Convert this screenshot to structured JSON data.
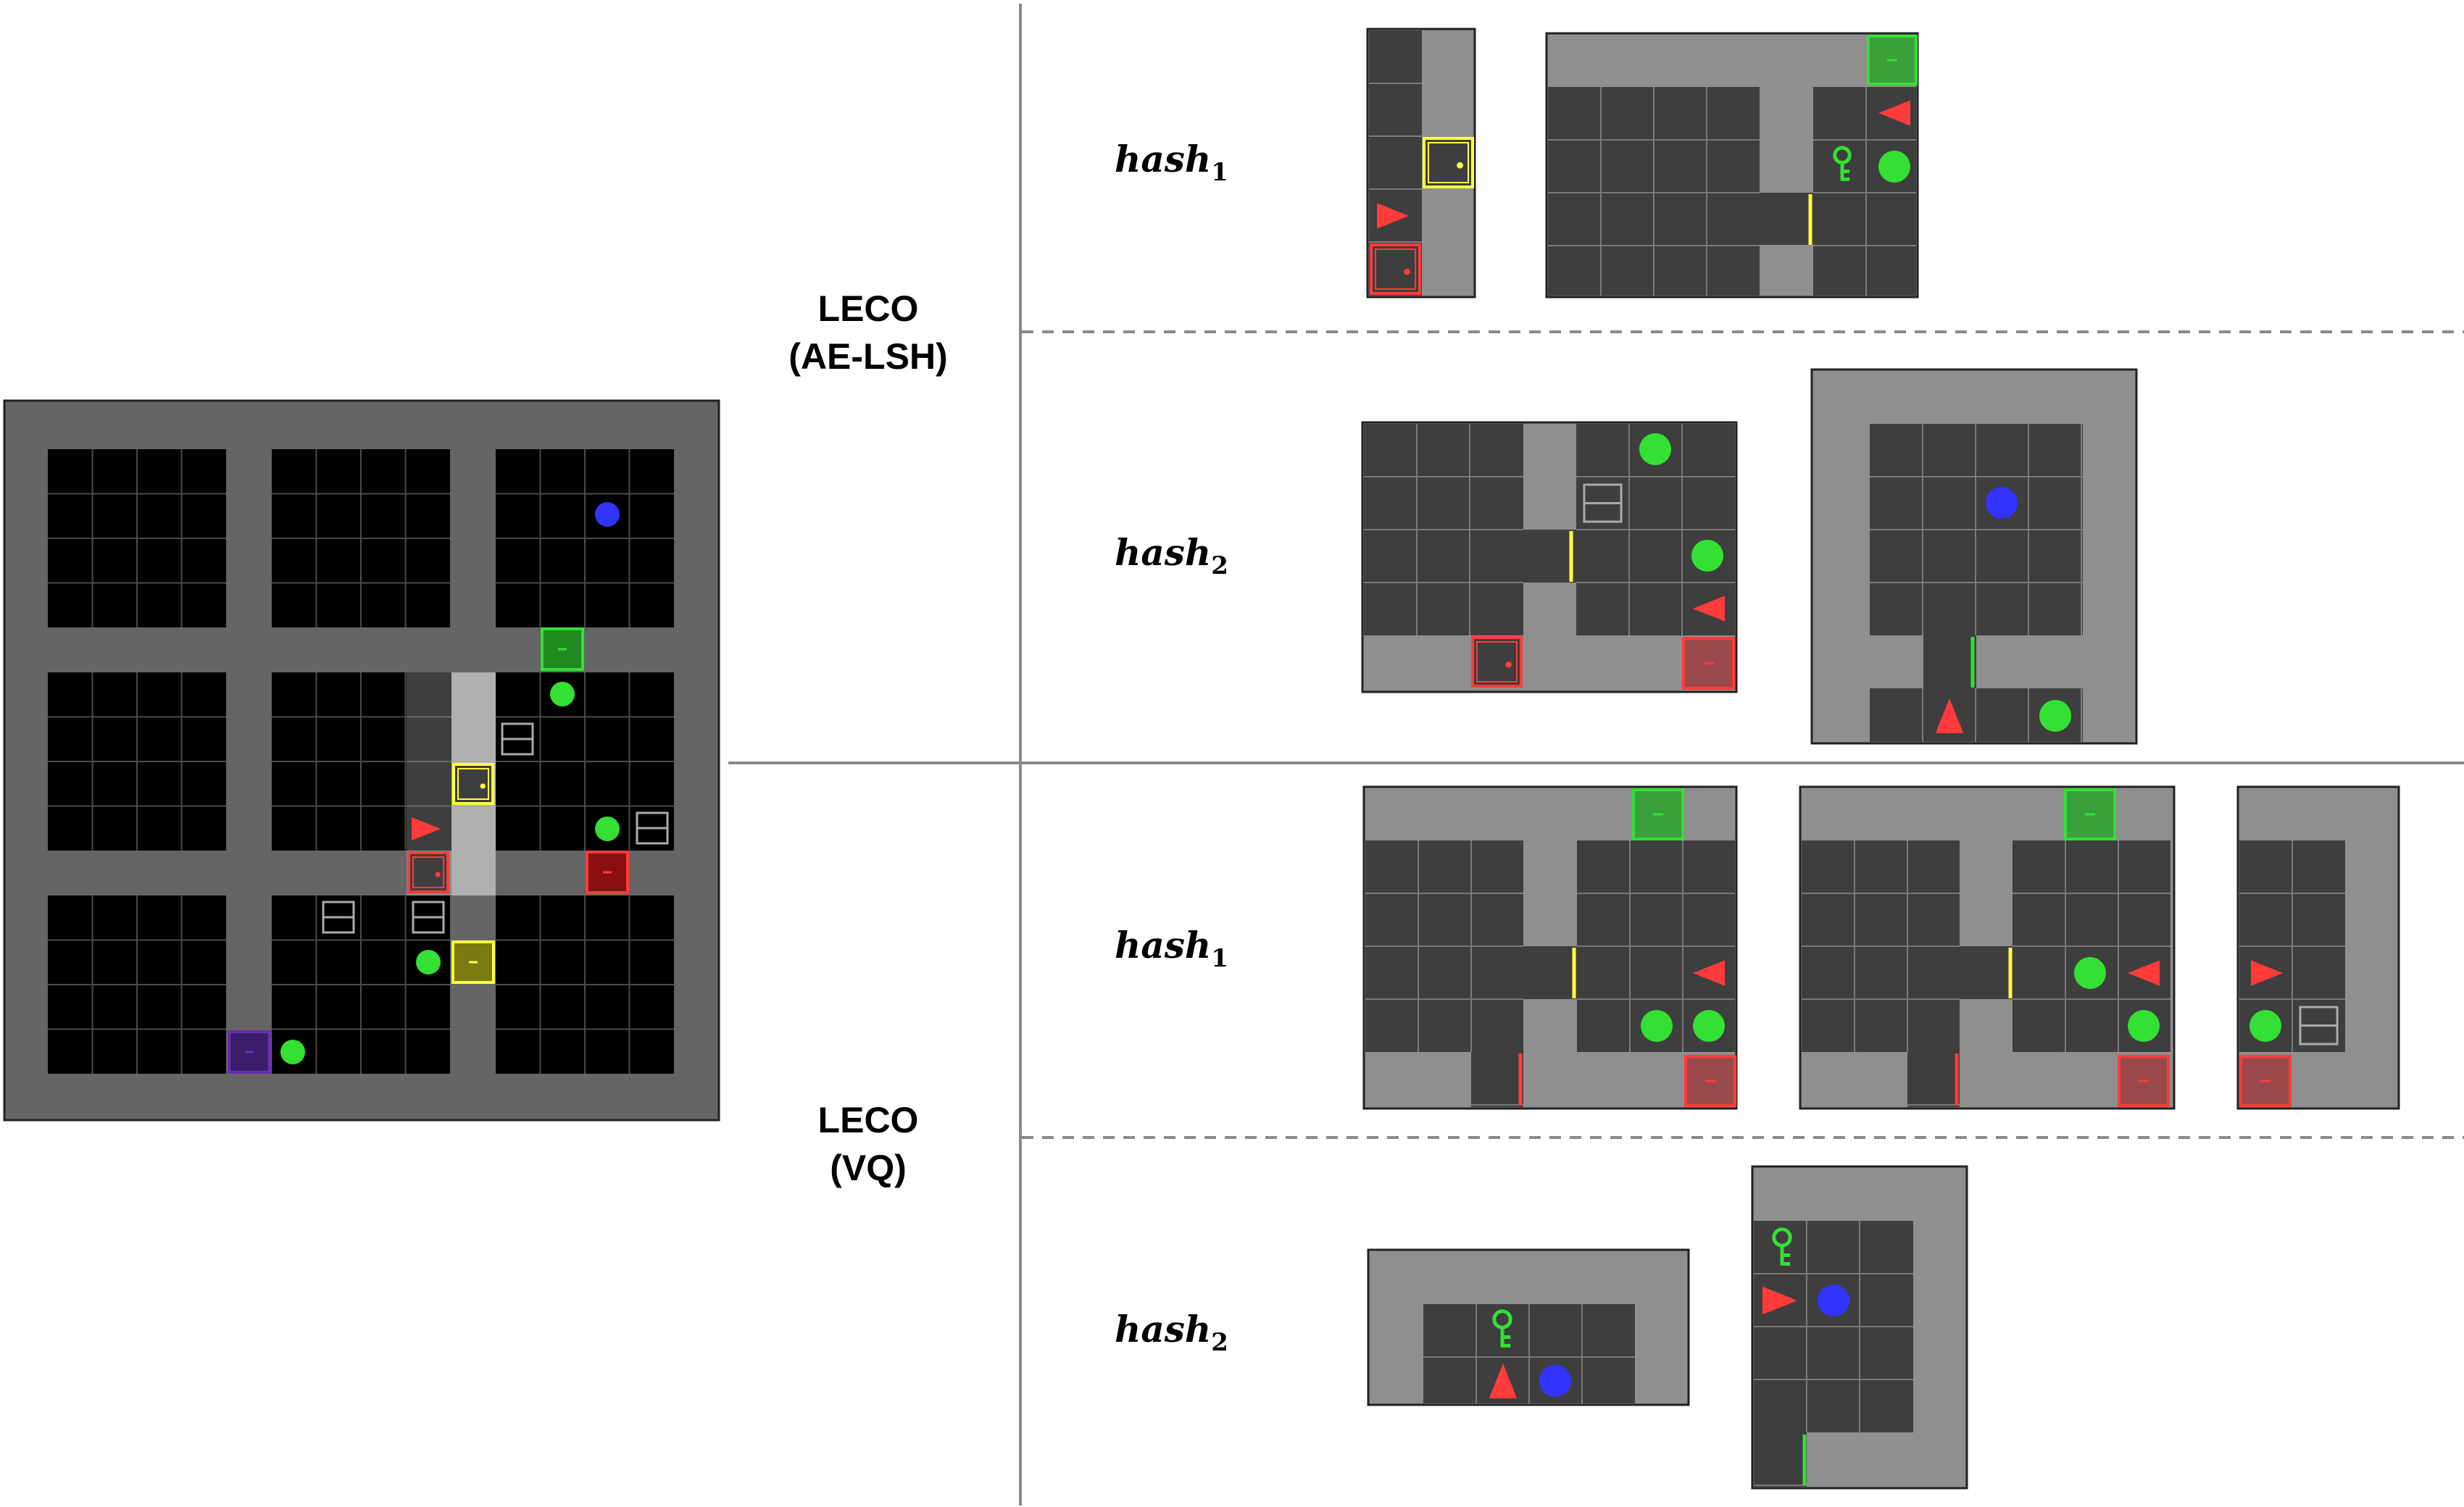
{
  "methods": [
    {
      "id": "ae-lsh",
      "line1": "LECO",
      "line2": "(AE-LSH)"
    },
    {
      "id": "vq",
      "line1": "LECO",
      "line2": "(VQ)"
    }
  ],
  "rows": [
    {
      "id": "ae-lsh-hash-1",
      "name": "hash",
      "sub": "1"
    },
    {
      "id": "ae-lsh-hash-2",
      "name": "hash",
      "sub": "2"
    },
    {
      "id": "vq-hash-1",
      "name": "hash",
      "sub": "1"
    },
    {
      "id": "vq-hash-2",
      "name": "hash",
      "sub": "2"
    }
  ],
  "colors": {
    "wall_dark": "#656565",
    "corridor": "#8f8f8f",
    "floor": "#000000",
    "floor_obs": "#3e3e3e",
    "grid": "#4a4a4a",
    "red": "#ff3b3b",
    "green": "#33e033",
    "blue": "#3333ff",
    "yellow": "#ffff40",
    "purple": "#6a2fb0",
    "grey_box": "#aaaaaa"
  }
}
